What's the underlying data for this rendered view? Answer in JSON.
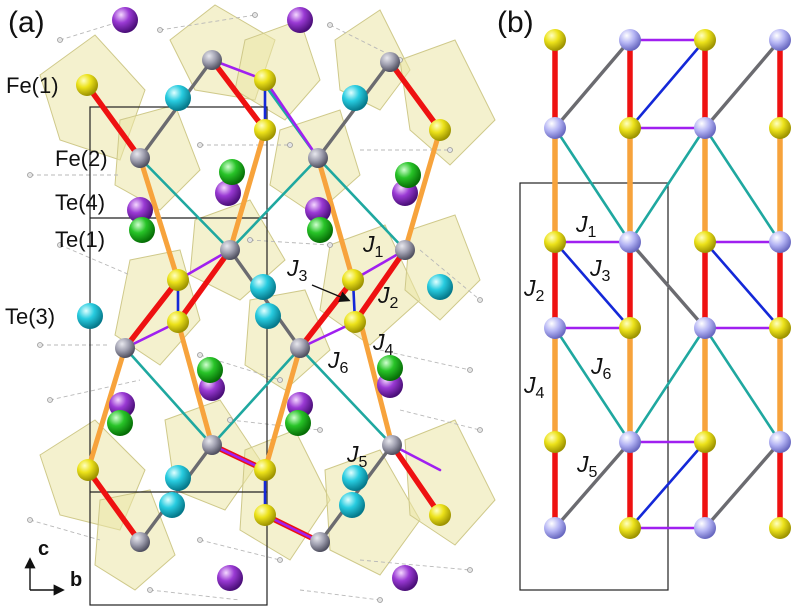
{
  "panels": {
    "a": "(a)",
    "b": "(b)"
  },
  "site_labels": {
    "fe1": "Fe(1)",
    "fe2": "Fe(2)",
    "te4": "Te(4)",
    "te1": "Te(1)",
    "te3": "Te(3)"
  },
  "couplings": {
    "symbol": "J",
    "j1": "1",
    "j2": "2",
    "j3": "3",
    "j4": "4",
    "j5": "5",
    "j6": "6"
  },
  "axes": {
    "c": "c",
    "b": "b"
  },
  "colors": {
    "j1_bond": "#a020f0",
    "j2_bond": "#ee1111",
    "j3_bond": "#1428d8",
    "j4_bond": "#f7a33c",
    "j5_bond": "#6b6b70",
    "j6_bond": "#1fa8a0",
    "fe1_atom": "#e8dc14",
    "fe2_atom": "#a8a8f0",
    "fe2_atom_a": "#9a9aa8",
    "te1_atom": "#22bb22",
    "te3_atom": "#22c8d8",
    "te4_atom": "#9a3ad0",
    "polyhedra": "#e8e3a0"
  }
}
